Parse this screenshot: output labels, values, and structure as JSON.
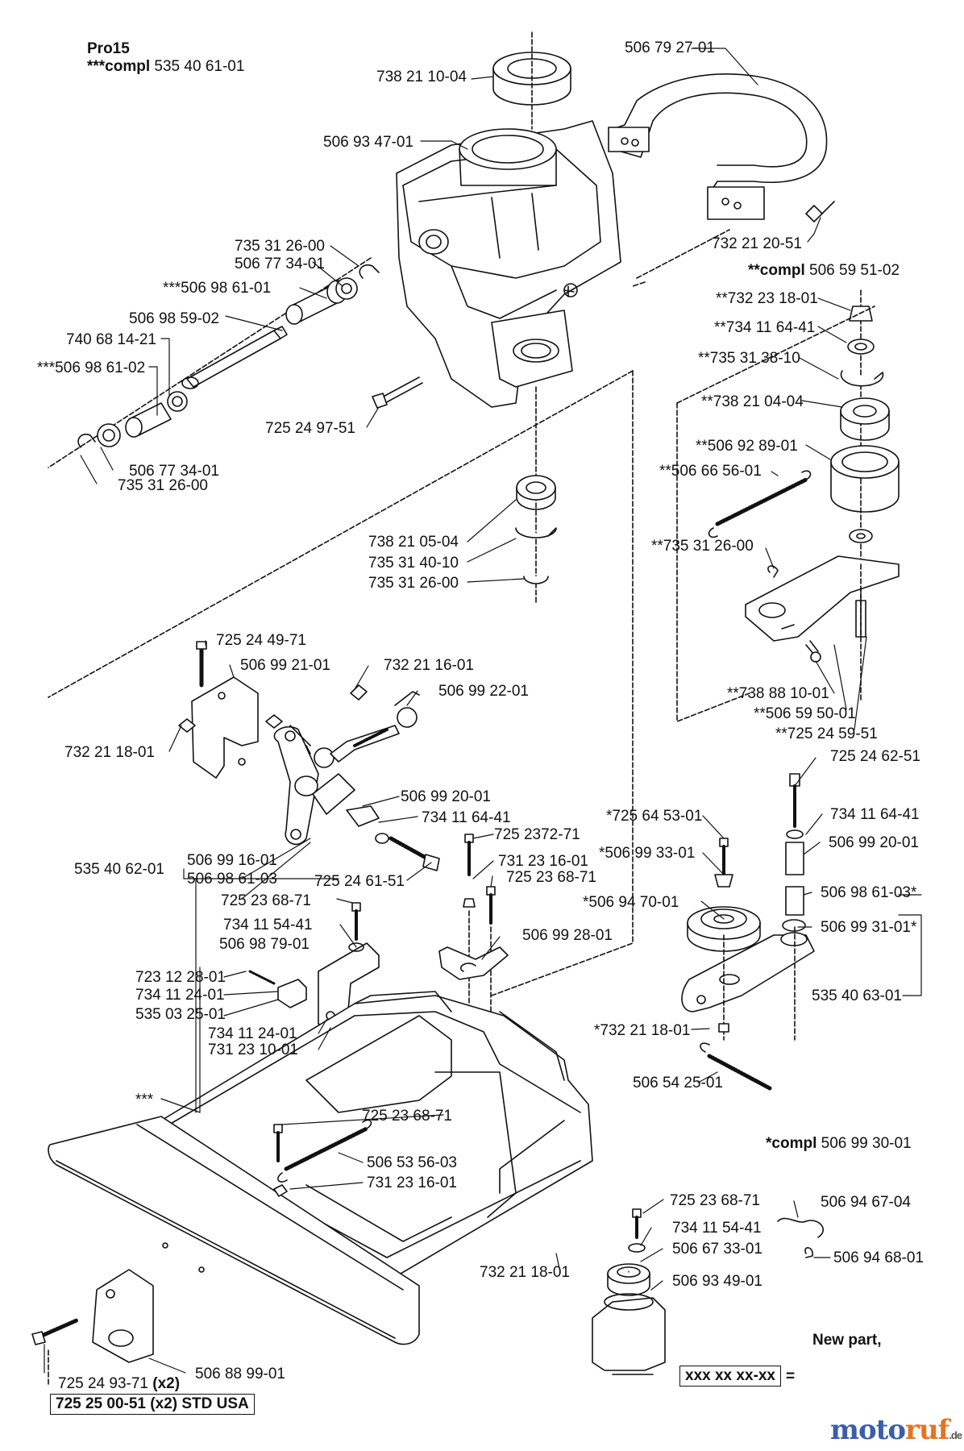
{
  "header": {
    "model": "Pro15",
    "compl_prefix": "***compl",
    "compl_number": "535 40 61-01"
  },
  "compl_labels": [
    {
      "prefix": "**compl",
      "number": "506 59 51-02"
    },
    {
      "prefix": "*compl",
      "number": "506 99 30-01"
    }
  ],
  "part_labels": [
    "506 79 27-01",
    "738 21 10-04",
    "506 93 47-01",
    "732 21 20-51",
    "735 31 26-00",
    "506 77 34-01",
    "***506 98 61-01",
    "506 98 59-02",
    "740 68 14-21",
    "***506 98 61-02",
    "725 24 97-51",
    "506 77 34-01",
    "735 31 26-00",
    "**732 23 18-01",
    "**734 11 64-41",
    "**735 31 38-10",
    "**738 21 04-04",
    "**506 92 89-01",
    "**506 66 56-01",
    "738 21 05-04",
    "735 31 40-10",
    "735 31 26-00",
    "**735 31 26-00",
    "725 24 49-71",
    "506 99 21-01",
    "732 21 16-01",
    "506 99 22-01",
    "**738 88 10-01",
    "**506 59 50-01",
    "**725 24 59-51",
    "732 21 18-01",
    "725 24 62-51",
    "506 99 20-01",
    "734 11 64-41",
    "*725 64 53-01",
    "734 11 64-41",
    "725 2372-71",
    "*506 99 33-01",
    "506 99 20-01",
    "731 23 16-01",
    "725 23 68-71",
    "535 40 62-01",
    "506 99 16-01",
    "506 98 61-03",
    "725 24 61-51",
    "*506 94 70-01",
    "506 98 61-03*",
    "725 23 68-71",
    "506 99 31-01*",
    "734 11 54-41",
    "506 98 79-01",
    "506 99 28-01",
    "723 12 28-01",
    "535 40 63-01",
    "734 11 24-01",
    "535 03 25-01",
    "*732 21 18-01",
    "734 11 24-01",
    "731 23 10-01",
    "506 54 25-01",
    "***",
    "725 23 68-71",
    "506 53 56-03",
    "731 23 16-01",
    "725 23 68-71",
    "506 94 67-04",
    "734 11 54-41",
    "732 21 18-01",
    "506 67 33-01",
    "506 94 68-01",
    "506 93 49-01",
    "506 88 99-01"
  ],
  "bottom_refs": [
    {
      "number": "725 24 93-71",
      "qty": "(x2)"
    },
    {
      "number": "725 25 00-51",
      "qty": "(x2) STD USA"
    }
  ],
  "legend": {
    "new_part_label": "New part,",
    "code_box": "xxx xx xx-xx",
    "equals": "="
  },
  "watermark": {
    "part_a": "moto",
    "part_b": "ruf",
    "tld": ".de"
  }
}
